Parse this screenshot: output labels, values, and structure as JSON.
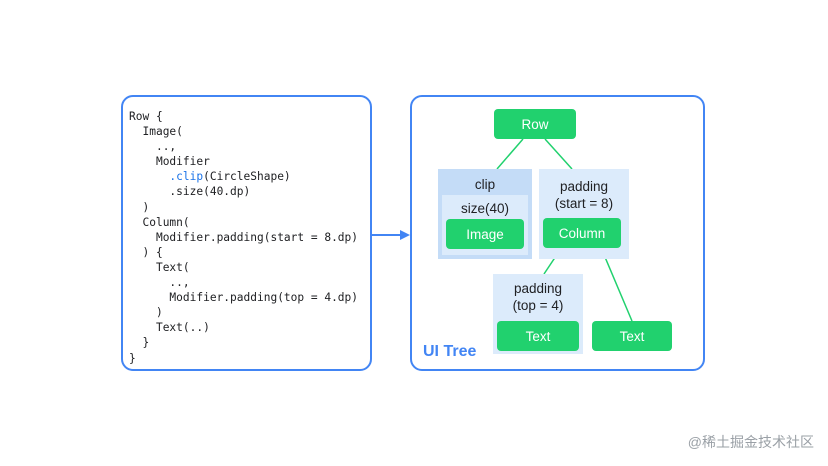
{
  "code": {
    "lines": [
      {
        "indent": 0,
        "text": "Row {"
      },
      {
        "indent": 1,
        "text": "Image("
      },
      {
        "indent": 2,
        "text": "..,"
      },
      {
        "indent": 2,
        "text": "Modifier"
      },
      {
        "indent": 3,
        "text": ".clip",
        "highlight": true,
        "suffix": "(CircleShape)"
      },
      {
        "indent": 3,
        "text": ".size(40.dp)"
      },
      {
        "indent": 1,
        "text": ")"
      },
      {
        "indent": 1,
        "text": "Column("
      },
      {
        "indent": 2,
        "text": "Modifier.padding(start = 8.dp)"
      },
      {
        "indent": 1,
        "text": ") {"
      },
      {
        "indent": 2,
        "text": "Text("
      },
      {
        "indent": 3,
        "text": "..,"
      },
      {
        "indent": 3,
        "text": "Modifier.padding(top = 4.dp)"
      },
      {
        "indent": 2,
        "text": ")"
      },
      {
        "indent": 2,
        "text": "Text(..)"
      },
      {
        "indent": 1,
        "text": "}"
      },
      {
        "indent": 0,
        "text": "}"
      }
    ]
  },
  "tree": {
    "title": "UI Tree",
    "row": "Row",
    "clip": "clip",
    "size": "size(40)",
    "image": "Image",
    "padding_start_line1": "padding",
    "padding_start_line2": "(start = 8)",
    "column": "Column",
    "padding_top_line1": "padding",
    "padding_top_line2": "(top = 4)",
    "text1": "Text",
    "text2": "Text"
  },
  "colors": {
    "accent": "#4285f4",
    "node": "#21d16e",
    "modifier_outer": "#c4dcf7",
    "modifier_inner": "#dcebfb"
  },
  "watermark": "@稀土掘金技术社区"
}
